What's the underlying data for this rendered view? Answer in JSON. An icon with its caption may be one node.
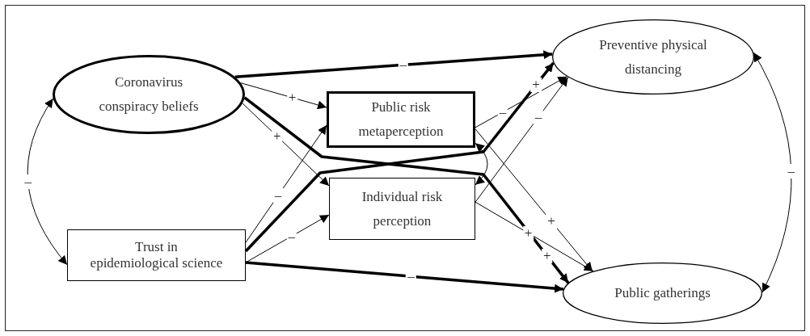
{
  "diagram": {
    "nodes": [
      {
        "text": [
          "Coronavirus conspiracy beliefs"
        ]
      },
      {
        "text": [
          "Trust in epidemiological science"
        ]
      },
      {
        "text": [
          "Public risk metaperception"
        ]
      },
      {
        "text": [
          "Individual risk perception"
        ]
      },
      {
        "text": [
          "Preventive physical distancing"
        ]
      },
      {
        "text": [
          "Public gatherings"
        ]
      }
    ],
    "edges": [
      {
        "from": 0,
        "to": 4,
        "arrow": "to",
        "label": "–",
        "style": "thick"
      },
      {
        "from": 0,
        "to": 2,
        "arrow": "to",
        "label": "+"
      },
      {
        "from": 0,
        "to": 3,
        "arrow": "to",
        "label": "+"
      },
      {
        "from": 0,
        "to": 5,
        "arrow": "to",
        "label": "+",
        "style": "thick"
      },
      {
        "from": 1,
        "to": 2,
        "arrow": "to",
        "label": "–"
      },
      {
        "from": 1,
        "to": 3,
        "arrow": "to",
        "label": "–"
      },
      {
        "from": 1,
        "to": 4,
        "arrow": "to",
        "label": "+",
        "style": "thick"
      },
      {
        "from": 1,
        "to": 5,
        "arrow": "to",
        "label": "–",
        "style": "thick"
      },
      {
        "from": 2,
        "to": 4,
        "arrow": "to",
        "label": "–"
      },
      {
        "from": 3,
        "to": 4,
        "arrow": "to",
        "label": "–"
      },
      {
        "from": 2,
        "to": 5,
        "arrow": "to",
        "label": "+"
      },
      {
        "from": 3,
        "to": 5,
        "arrow": "to",
        "label": "+"
      },
      {
        "from": 0,
        "to": 1,
        "arrow": "both",
        "label": "–"
      },
      {
        "from": 2,
        "to": 3,
        "arrow": "both"
      },
      {
        "from": 4,
        "to": 5,
        "arrow": "both",
        "label": "–"
      }
    ]
  }
}
